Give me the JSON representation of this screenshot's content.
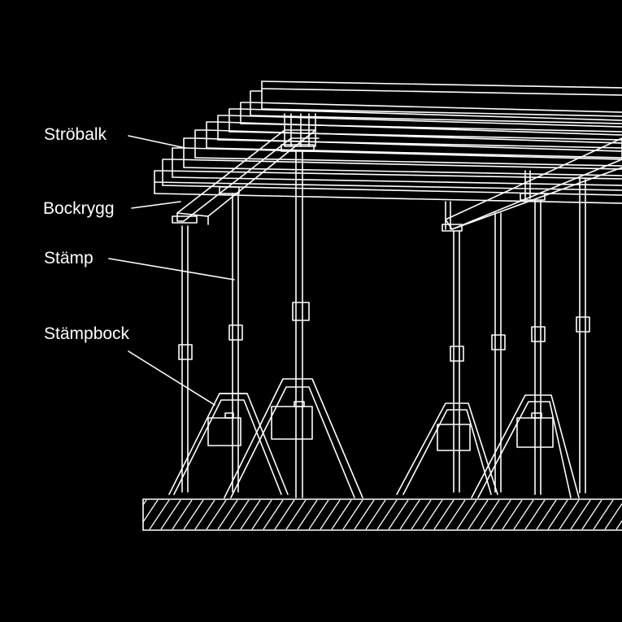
{
  "labels": {
    "strobalk": "Ströbalk",
    "bockrygg": "Bockrygg",
    "stamp": "Stämp",
    "stampbock": "Stämpbock"
  },
  "colors": {
    "background": "#000000",
    "line": "#ffffff"
  }
}
